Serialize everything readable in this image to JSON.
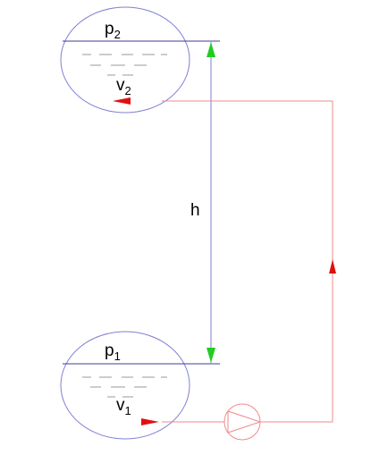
{
  "upper_tank": {
    "pressure_symbol": "p",
    "pressure_subscript": "2",
    "velocity_symbol": "v",
    "velocity_subscript": "2"
  },
  "lower_tank": {
    "pressure_symbol": "p",
    "pressure_subscript": "1",
    "velocity_symbol": "v",
    "velocity_subscript": "1"
  },
  "height_label": "h",
  "colors": {
    "tank_outline": "#7f7fd4",
    "liquid_surface": "#3d3d9e",
    "liquid_dashes": "#9a9a9a",
    "pipe": "#ef8a8a",
    "flow_arrow": "#e01010",
    "dimension_line": "#7f7fd4",
    "dimension_arrow": "#22cc22",
    "text": "#000000"
  }
}
